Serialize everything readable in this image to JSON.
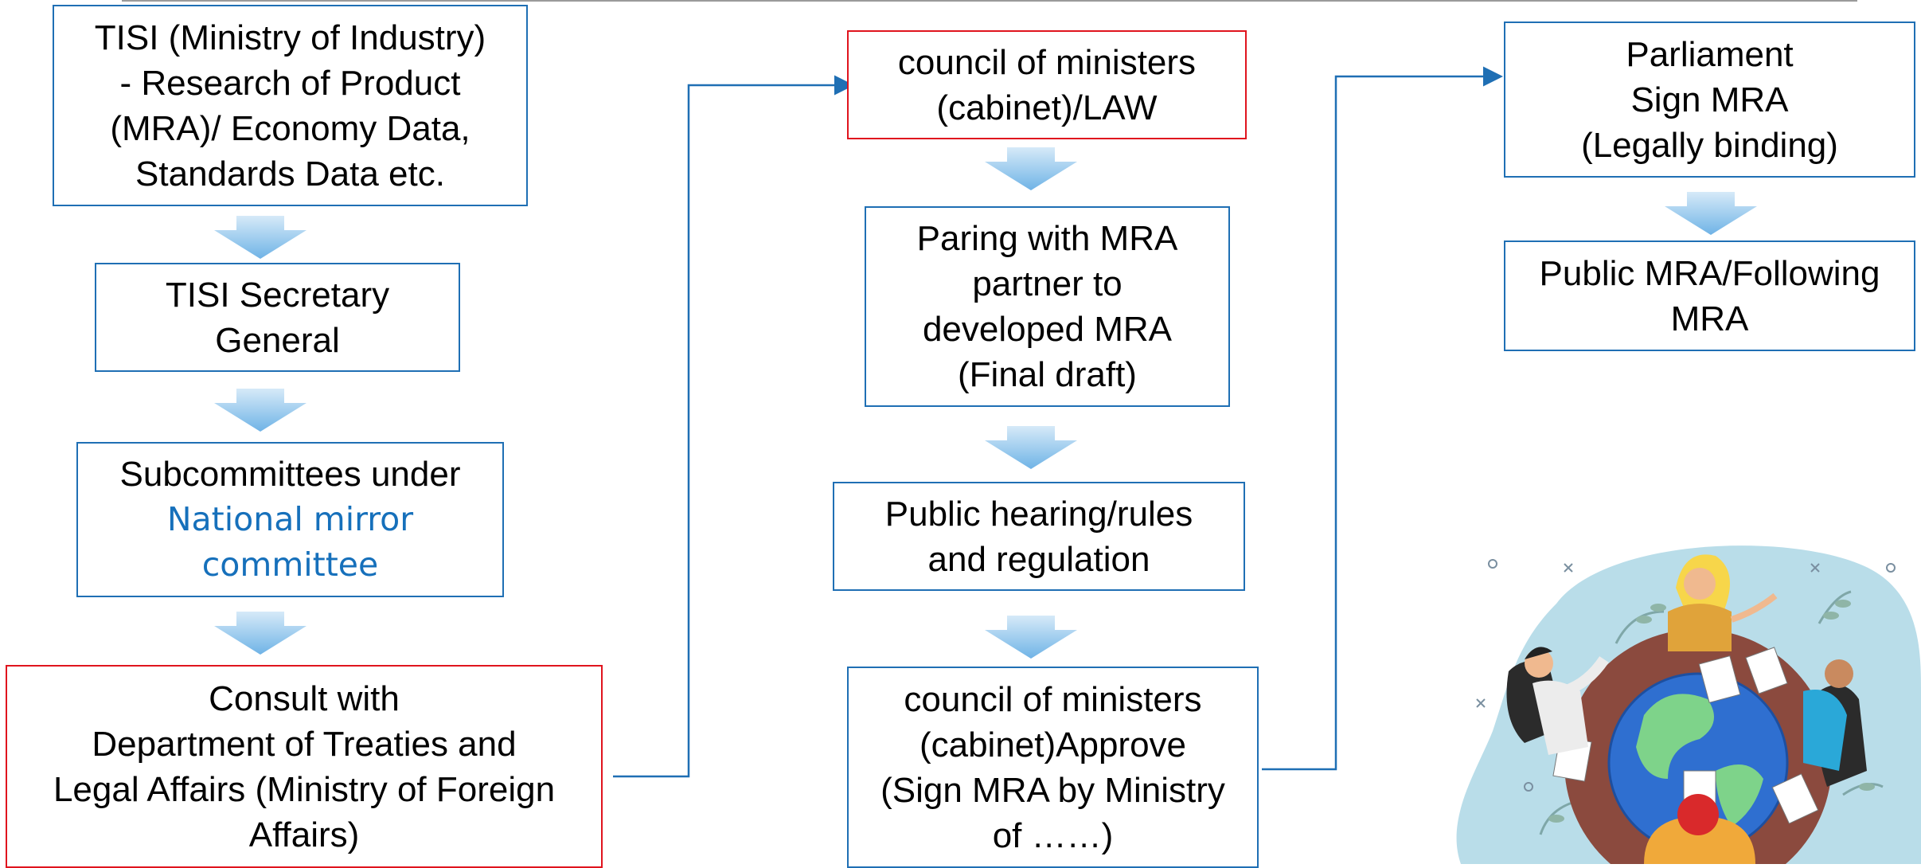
{
  "col1": {
    "box1": [
      "TISI (Ministry of Industry)",
      "- Research of Product",
      "(MRA)/ Economy Data,",
      "Standards Data etc."
    ],
    "box2": [
      "TISI Secretary",
      "General"
    ],
    "box3": {
      "line1": "Subcommittees under",
      "highlight": [
        "National mirror",
        "committee"
      ]
    },
    "box4": [
      "Consult with",
      "Department of Treaties and",
      "Legal Affairs (Ministry of Foreign",
      "Affairs)"
    ]
  },
  "col2": {
    "box1": [
      "council of ministers",
      "(cabinet)/LAW"
    ],
    "box2": [
      "Paring with MRA",
      "partner to",
      "developed MRA",
      "(Final draft)"
    ],
    "box3": [
      "Public hearing/rules",
      "and regulation"
    ],
    "box4": [
      "council of ministers",
      "(cabinet)Approve",
      "(Sign MRA by Ministry",
      "of ……)"
    ]
  },
  "col3": {
    "box1": [
      "Parliament",
      "Sign MRA",
      "(Legally binding)"
    ],
    "box2": [
      "Public MRA/Following",
      "MRA"
    ]
  },
  "colors": {
    "box_border": "#1f6fb4",
    "highlight_border": "#e0141e",
    "highlight_text": "#1670bb",
    "arrow": "#8cc2ea"
  }
}
